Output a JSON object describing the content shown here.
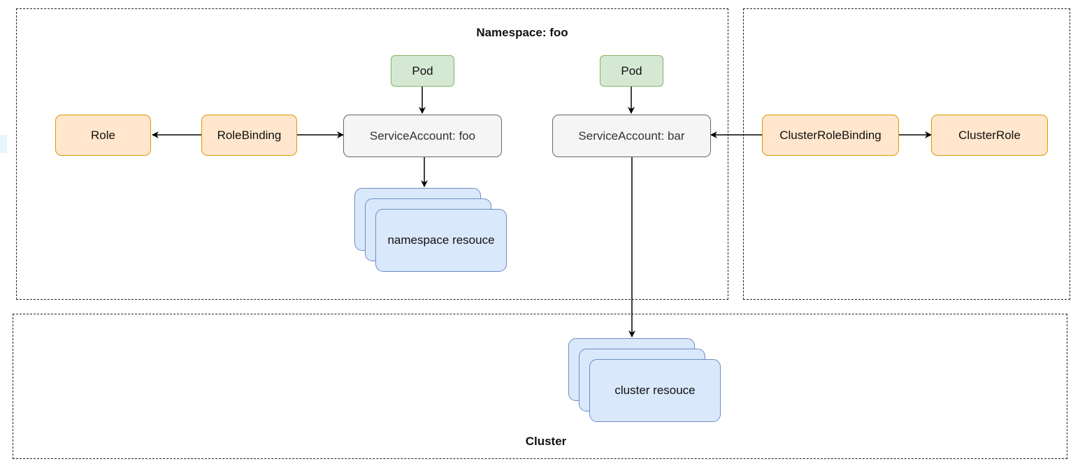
{
  "regions": {
    "namespace_title": "Namespace: foo",
    "cluster_title": "Cluster"
  },
  "nodes": {
    "role": "Role",
    "role_binding": "RoleBinding",
    "pod_foo": "Pod",
    "service_account_foo": "ServiceAccount: foo",
    "pod_bar": "Pod",
    "service_account_bar": "ServiceAccount: bar",
    "cluster_role_binding": "ClusterRoleBinding",
    "cluster_role": "ClusterRole",
    "namespace_resource": "namespace resouce",
    "cluster_resource": "cluster resouce"
  },
  "colors": {
    "rbac_fill": "#ffe6cc",
    "rbac_stroke": "#d79b00",
    "pod_fill": "#d5e8d4",
    "pod_stroke": "#82b366",
    "account_fill": "#f5f5f5",
    "account_stroke": "#666666",
    "resource_fill": "#dae8fc",
    "resource_stroke": "#6c8ebf"
  }
}
